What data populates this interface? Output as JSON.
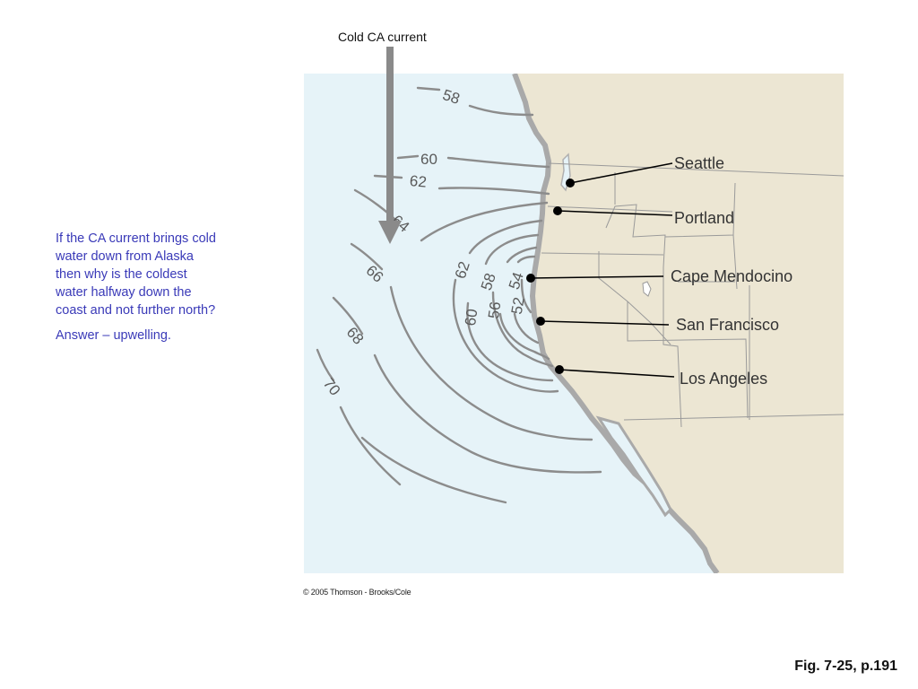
{
  "current_label": "Cold CA current",
  "question": {
    "prompt": "If the CA current brings cold water down from Alaska then why is the coldest water halfway down the coast and not further north?",
    "answer": "Answer – upwelling."
  },
  "isotherms": [
    "58",
    "60",
    "62",
    "64",
    "66",
    "68",
    "70",
    "62",
    "58",
    "54",
    "52",
    "56",
    "60"
  ],
  "cities": [
    "Seattle",
    "Portland",
    "Cape Mendocino",
    "San Francisco",
    "Los Angeles"
  ],
  "copyright": "© 2005 Thomson - Brooks/Cole",
  "figure_caption": "Fig. 7-25, p.191",
  "colors": {
    "ocean": "#e6f3f8",
    "land": "#ece6d3",
    "coast": "#a9a9a9",
    "isotherm": "#8c8c8c",
    "arrow": "#8a8a8a",
    "question_text": "#3a3ab8"
  }
}
